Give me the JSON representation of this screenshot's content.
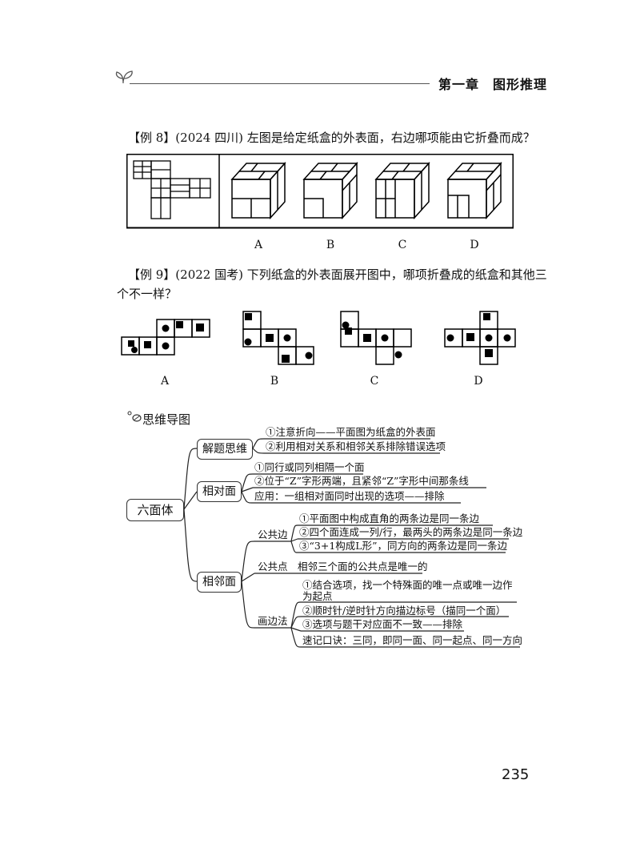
{
  "header": {
    "chapter_title": "第一章　图形推理"
  },
  "example8": {
    "question": "【例 8】(2024  四川) 左图是给定纸盒的外表面，右边哪项能由它折叠而成？",
    "options": [
      "A",
      "B",
      "C",
      "D"
    ]
  },
  "example9": {
    "question_line1": "【例 9】(2022  国考) 下列纸盒的外表面展开图中，哪项折叠成的纸盒和其他三",
    "question_line2": "个不一样？",
    "options": [
      "A",
      "B",
      "C",
      "D"
    ]
  },
  "mindmap": {
    "title": "思维导图",
    "root": "六面体",
    "b1": {
      "label": "解题思维",
      "items": [
        "①注意折向——平面图为纸盒的外表面",
        "②利用相对关系和相邻关系排除错误选项"
      ]
    },
    "b2": {
      "label": "相对面",
      "items": [
        "①同行或同列相隔一个面",
        "②位于“Z”字形两端，且紧邻“Z”字形中间那条线",
        "应用：一组相对面同时出现的选项——排除"
      ]
    },
    "b3": {
      "label": "相邻面",
      "edge": {
        "label": "公共边",
        "items": [
          "①平面图中构成直角的两条边是同一条边",
          "②四个面连成一列/行，最两头的两条边是同一条边",
          "③“3+1构成L形”，同方向的两条边是同一条边"
        ]
      },
      "point": {
        "label": "公共点",
        "text": "相邻三个面的公共点是唯一的"
      },
      "draw": {
        "label": "画边法",
        "items": [
          "①结合选项，找一个特殊面的唯一点或唯一边作",
          "为起点",
          "②顺时针/逆时针方向描边标号（描同一个面）",
          "③选项与题干对应面不一致——排除",
          "速记口诀：三同，即同一面、同一起点、同一方向"
        ]
      }
    }
  },
  "page_number": "235"
}
